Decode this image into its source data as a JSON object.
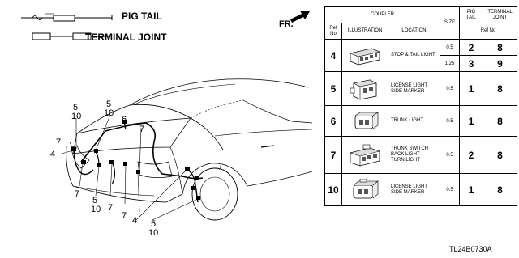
{
  "legend": {
    "pig_tail": "PIG TAIL",
    "terminal_joint": "TERMINAL JOINT"
  },
  "orientation": {
    "label": "FR."
  },
  "callouts": [
    {
      "id": "c5a",
      "text": "5"
    },
    {
      "id": "c10a",
      "text": "10"
    },
    {
      "id": "c5b",
      "text": "5"
    },
    {
      "id": "c10b",
      "text": "10"
    },
    {
      "id": "c6",
      "text": "6"
    },
    {
      "id": "c7a",
      "text": "7"
    },
    {
      "id": "c7b",
      "text": "7"
    },
    {
      "id": "c4a",
      "text": "4"
    },
    {
      "id": "c7c",
      "text": "7"
    },
    {
      "id": "c5c",
      "text": "5"
    },
    {
      "id": "c10c",
      "text": "10"
    },
    {
      "id": "c7d",
      "text": "7"
    },
    {
      "id": "c7e",
      "text": "7"
    },
    {
      "id": "c4b",
      "text": "4"
    },
    {
      "id": "c5d",
      "text": "5"
    },
    {
      "id": "c10d",
      "text": "10"
    }
  ],
  "table": {
    "header": {
      "coupler": "COUPLER",
      "size": "SIZE",
      "pig_tail": "PIG\nTAIL",
      "terminal_joint": "TERMINAL\nJOINT",
      "ref_no": "Ref\nNo",
      "illustration": "ILLUSTRATION",
      "location": "LOCATION",
      "ref_no2": "Ref No"
    },
    "rows": [
      {
        "ref": "4",
        "location": "STOP & TAIL LIGHT",
        "sizes": [
          {
            "size": "0.5",
            "pig_tail": "2",
            "terminal_joint": "8"
          },
          {
            "size": "1.25",
            "pig_tail": "3",
            "terminal_joint": "9"
          }
        ]
      },
      {
        "ref": "5",
        "location": "LICENSE LIGHT\nSIDE MARKER",
        "sizes": [
          {
            "size": "0.5",
            "pig_tail": "1",
            "terminal_joint": "8"
          }
        ]
      },
      {
        "ref": "6",
        "location": "TRUNK LIGHT",
        "sizes": [
          {
            "size": "0.5",
            "pig_tail": "1",
            "terminal_joint": "8"
          }
        ]
      },
      {
        "ref": "7",
        "location": "TRUNK SWITCH\nBACK LIGHT\nTURN LIGHT",
        "sizes": [
          {
            "size": "0.5",
            "pig_tail": "2",
            "terminal_joint": "8"
          }
        ]
      },
      {
        "ref": "10",
        "location": "LICENSE LIGHT\nSIDE MARKER",
        "sizes": [
          {
            "size": "0.5",
            "pig_tail": "1",
            "terminal_joint": "8"
          }
        ]
      }
    ]
  },
  "part_code": "TL24B0730A"
}
